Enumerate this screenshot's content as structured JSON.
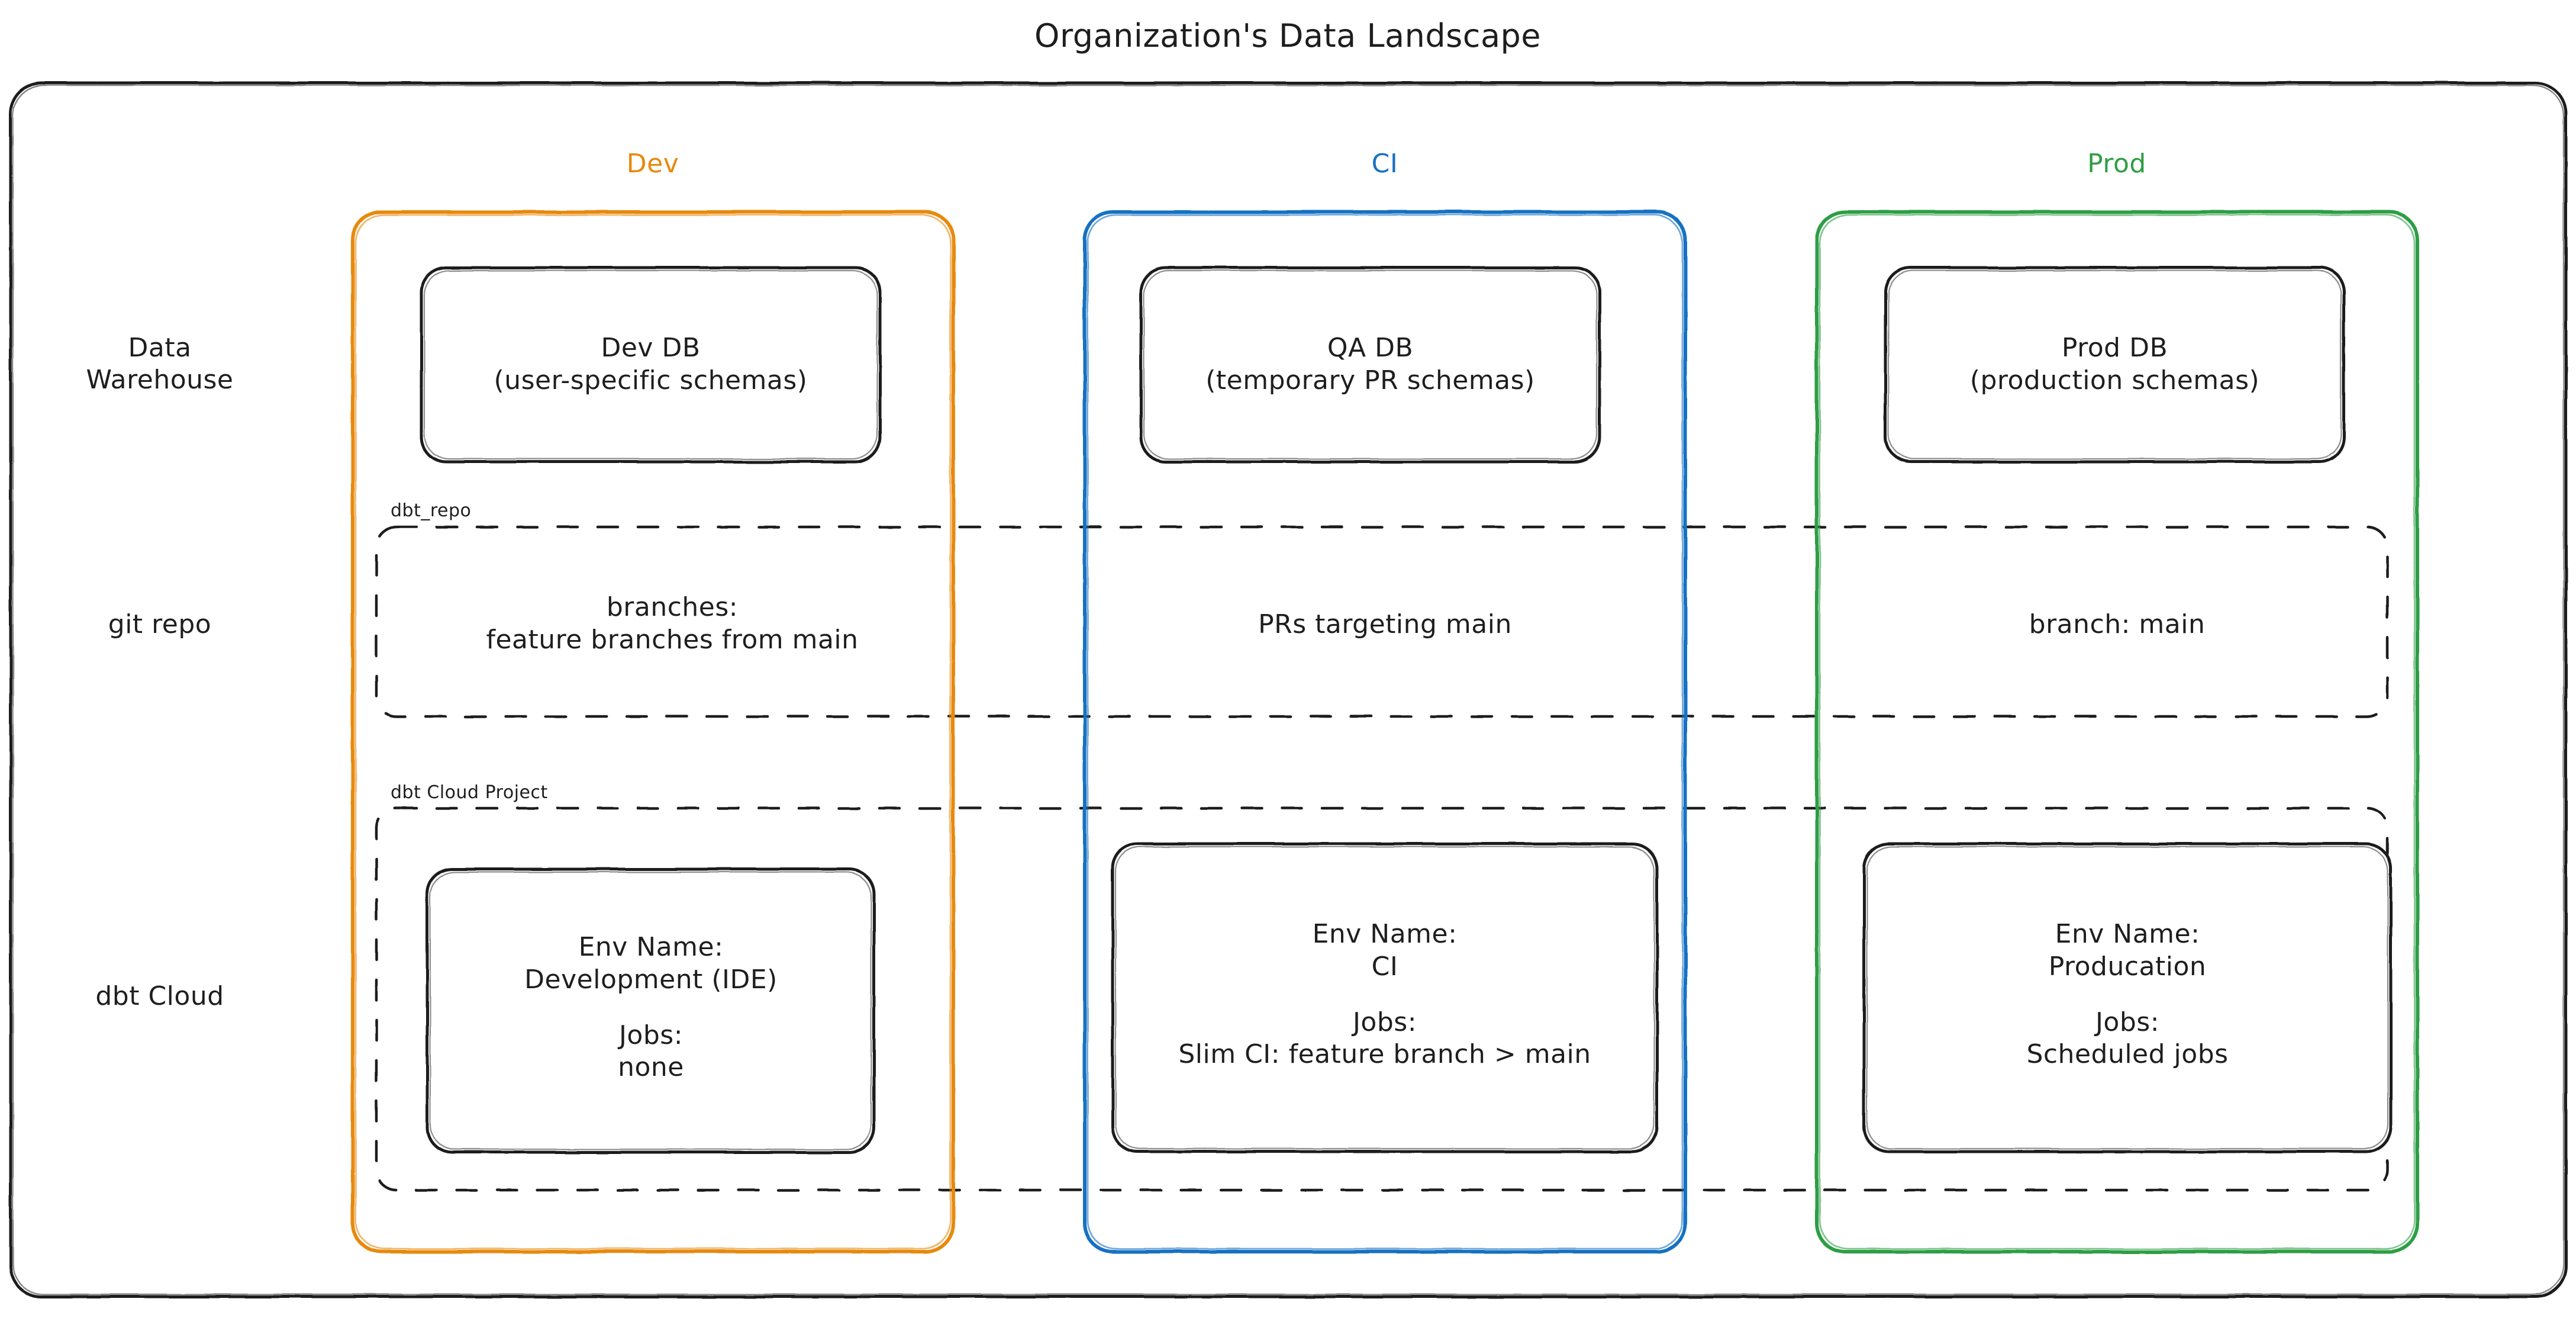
{
  "diagram": {
    "title": "Organization's Data Landscape",
    "type": "architecture-matrix",
    "colors": {
      "dev": "#e8890c",
      "ci": "#1971c2",
      "prod": "#2f9e44",
      "stroke": "#1e1e1e",
      "background": "#ffffff"
    }
  },
  "columns": [
    {
      "key": "dev",
      "label": "Dev"
    },
    {
      "key": "ci",
      "label": "CI"
    },
    {
      "key": "prod",
      "label": "Prod"
    }
  ],
  "rows": [
    {
      "key": "warehouse",
      "label_line1": "Data",
      "label_line2": "Warehouse"
    },
    {
      "key": "gitrepo",
      "label_line1": "git repo",
      "label_line2": ""
    },
    {
      "key": "dbtcloud",
      "label_line1": "dbt Cloud",
      "label_line2": ""
    }
  ],
  "groups": [
    {
      "key": "dbt_repo",
      "label": "dbt_repo"
    },
    {
      "key": "dbt_cloud_project",
      "label": "dbt Cloud Project"
    }
  ],
  "cells": {
    "warehouse": {
      "dev": {
        "line1": "Dev DB",
        "line2": "(user-specific schemas)"
      },
      "ci": {
        "line1": "QA DB",
        "line2": "(temporary PR schemas)"
      },
      "prod": {
        "line1": "Prod DB",
        "line2": "(production schemas)"
      }
    },
    "gitrepo": {
      "dev": {
        "line1": "branches:",
        "line2": "feature branches from main"
      },
      "ci": {
        "line1": "PRs targeting main",
        "line2": ""
      },
      "prod": {
        "line1": "branch: main",
        "line2": ""
      }
    },
    "dbtcloud": {
      "dev": {
        "line1": "Env Name:",
        "line2": "Development (IDE)",
        "line3": "Jobs:",
        "line4": "none"
      },
      "ci": {
        "line1": "Env Name:",
        "line2": "CI",
        "line3": "Jobs:",
        "line4": "Slim CI: feature branch > main"
      },
      "prod": {
        "line1": "Env Name:",
        "line2": "Producation",
        "line3": "Jobs:",
        "line4": "Scheduled jobs"
      }
    }
  }
}
